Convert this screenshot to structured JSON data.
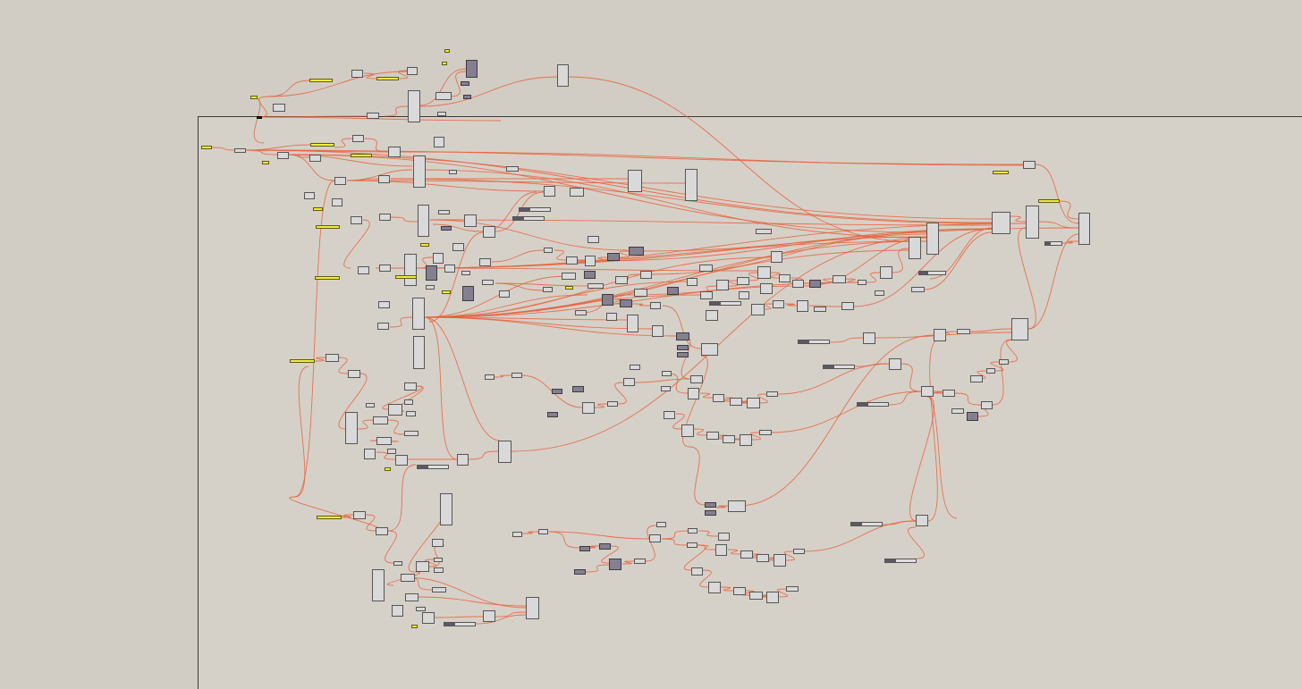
{
  "canvas": {
    "background": "#d2cdc4",
    "group_fill": "#d6d1c8",
    "wire_color": "#e8603a",
    "node_colors": {
      "component": "#d9d9d9",
      "param": "#85808f",
      "panel": "#f2ee3a",
      "slider": "#dedede"
    },
    "group_icon": "group-frame",
    "node_icon_names": [
      "component-box",
      "parameter-box",
      "panel-box",
      "number-slider"
    ]
  }
}
